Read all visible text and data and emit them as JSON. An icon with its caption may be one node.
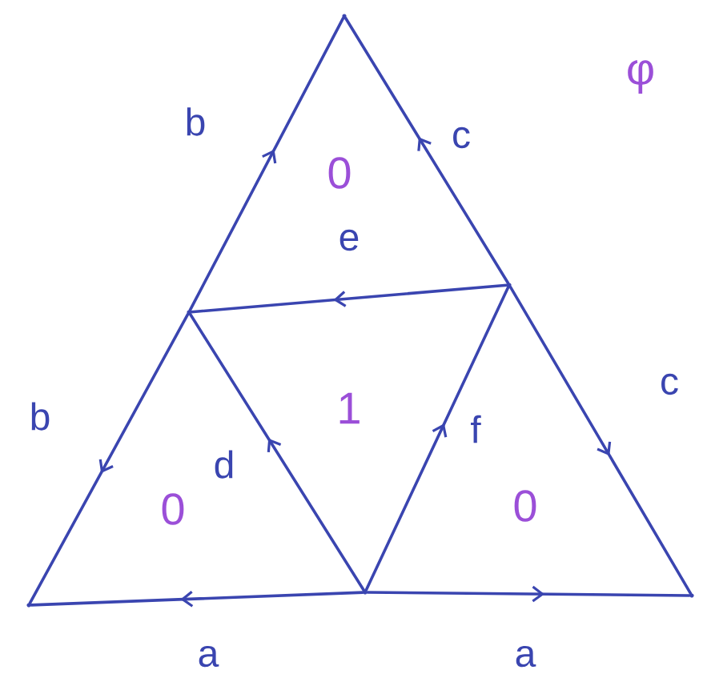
{
  "diagram": {
    "nodes": [
      {
        "text": [],
        "shape": "point"
      },
      {
        "text": [],
        "shape": "point"
      },
      {
        "text": [],
        "shape": "point"
      },
      {
        "text": [],
        "shape": "point"
      },
      {
        "text": [],
        "shape": "point"
      },
      {
        "text": [],
        "shape": "point"
      }
    ],
    "edges": [
      {
        "from": 1,
        "to": 0,
        "arrow": "to",
        "label": "b"
      },
      {
        "from": 2,
        "to": 0,
        "arrow": "to",
        "label": "c"
      },
      {
        "from": 2,
        "to": 1,
        "arrow": "to",
        "label": "e"
      },
      {
        "from": 1,
        "to": 3,
        "arrow": "to",
        "label": "b"
      },
      {
        "from": 2,
        "to": 5,
        "arrow": "to",
        "label": "c"
      },
      {
        "from": 4,
        "to": 3,
        "arrow": "to",
        "label": "a"
      },
      {
        "from": 4,
        "to": 5,
        "arrow": "to",
        "label": "a"
      },
      {
        "from": 4,
        "to": 1,
        "arrow": "to",
        "label": "d"
      },
      {
        "from": 4,
        "to": 2,
        "arrow": "to",
        "label": "f"
      }
    ],
    "labels": [
      "φ",
      "0",
      "1",
      "0",
      "0"
    ]
  }
}
